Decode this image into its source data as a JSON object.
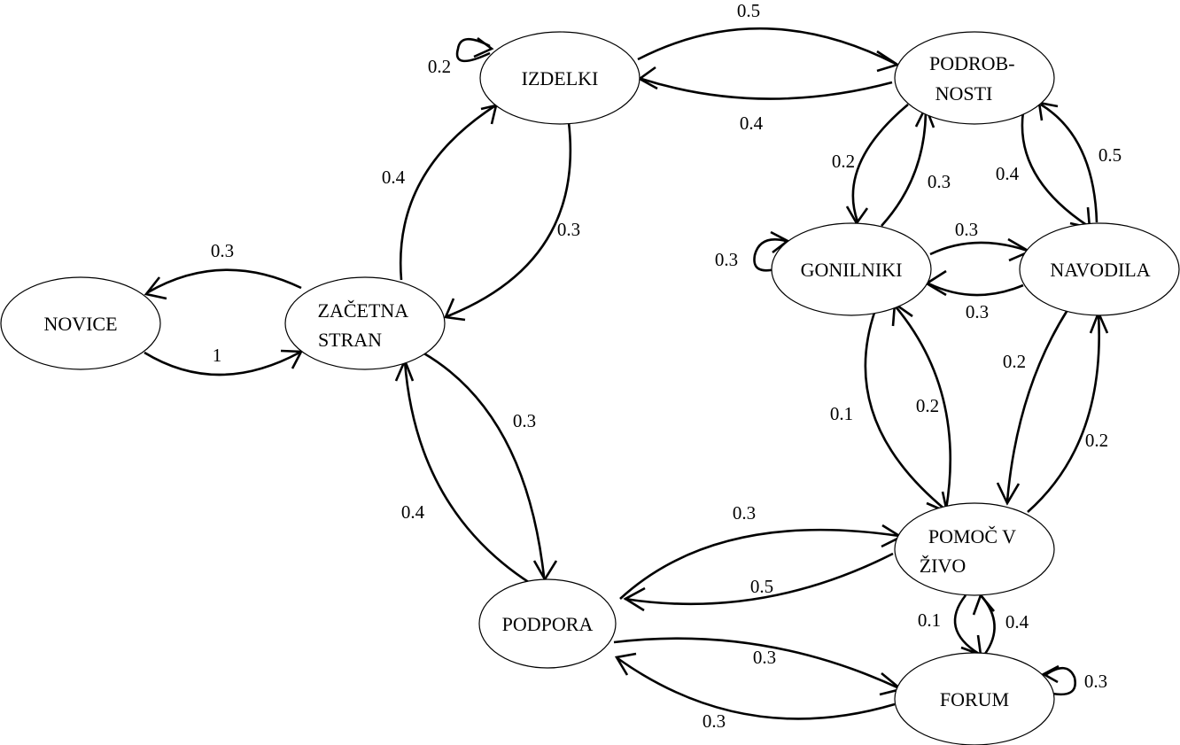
{
  "nodes": {
    "novice": [
      "NOVICE"
    ],
    "zacetna": [
      "ZAČETNA",
      "STRAN"
    ],
    "izdelki": [
      "IZDELKI"
    ],
    "podrobnosti": [
      "PODROB-",
      "NOSTI"
    ],
    "gonilniki": [
      "GONILNIKI"
    ],
    "navodila": [
      "NAVODILA"
    ],
    "podpora": [
      "PODPORA"
    ],
    "pomoc": [
      "POMOČ V",
      "ŽIVO"
    ],
    "forum": [
      "FORUM"
    ]
  },
  "edges": [
    {
      "id": "zacetna-novice",
      "from": "zacetna",
      "to": "novice",
      "label": "0.3"
    },
    {
      "id": "novice-zacetna",
      "from": "novice",
      "to": "zacetna",
      "label": "1"
    },
    {
      "id": "zacetna-izdelki",
      "from": "zacetna",
      "to": "izdelki",
      "label": "0.4"
    },
    {
      "id": "izdelki-zacetna",
      "from": "izdelki",
      "to": "zacetna",
      "label": "0.3"
    },
    {
      "id": "izdelki-izdelki",
      "from": "izdelki",
      "to": "izdelki",
      "label": "0.2"
    },
    {
      "id": "izdelki-podrobnosti",
      "from": "izdelki",
      "to": "podrobnosti",
      "label": "0.5"
    },
    {
      "id": "podrobnosti-izdelki",
      "from": "podrobnosti",
      "to": "izdelki",
      "label": "0.4"
    },
    {
      "id": "zacetna-podpora",
      "from": "zacetna",
      "to": "podpora",
      "label": "0.3"
    },
    {
      "id": "podpora-zacetna",
      "from": "podpora",
      "to": "zacetna",
      "label": "0.4"
    },
    {
      "id": "podrobnosti-gonilniki",
      "from": "podrobnosti",
      "to": "gonilniki",
      "label": "0.2"
    },
    {
      "id": "gonilniki-podrobnosti",
      "from": "gonilniki",
      "to": "podrobnosti",
      "label": "0.3"
    },
    {
      "id": "podrobnosti-navodila",
      "from": "podrobnosti",
      "to": "navodila",
      "label": "0.4"
    },
    {
      "id": "navodila-podrobnosti",
      "from": "navodila",
      "to": "podrobnosti",
      "label": "0.5"
    },
    {
      "id": "gonilniki-gonilniki",
      "from": "gonilniki",
      "to": "gonilniki",
      "label": "0.3"
    },
    {
      "id": "gonilniki-navodila",
      "from": "gonilniki",
      "to": "navodila",
      "label": "0.3"
    },
    {
      "id": "navodila-gonilniki",
      "from": "navodila",
      "to": "gonilniki",
      "label": "0.3"
    },
    {
      "id": "gonilniki-pomoc",
      "from": "gonilniki",
      "to": "pomoc",
      "label": "0.1"
    },
    {
      "id": "pomoc-gonilniki",
      "from": "pomoc",
      "to": "gonilniki",
      "label": "0.2"
    },
    {
      "id": "navodila-pomoc",
      "from": "navodila",
      "to": "pomoc",
      "label": "0.2"
    },
    {
      "id": "pomoc-navodila",
      "from": "pomoc",
      "to": "navodila",
      "label": "0.2"
    },
    {
      "id": "podpora-pomoc",
      "from": "podpora",
      "to": "pomoc",
      "label": "0.3"
    },
    {
      "id": "pomoc-podpora",
      "from": "pomoc",
      "to": "podpora",
      "label": "0.5"
    },
    {
      "id": "podpora-forum",
      "from": "podpora",
      "to": "forum",
      "label": "0.3"
    },
    {
      "id": "forum-podpora",
      "from": "forum",
      "to": "podpora",
      "label": "0.3"
    },
    {
      "id": "pomoc-forum",
      "from": "pomoc",
      "to": "forum",
      "label": "0.1"
    },
    {
      "id": "forum-pomoc",
      "from": "forum",
      "to": "pomoc",
      "label": "0.4"
    },
    {
      "id": "forum-forum",
      "from": "forum",
      "to": "forum",
      "label": "0.3"
    }
  ]
}
